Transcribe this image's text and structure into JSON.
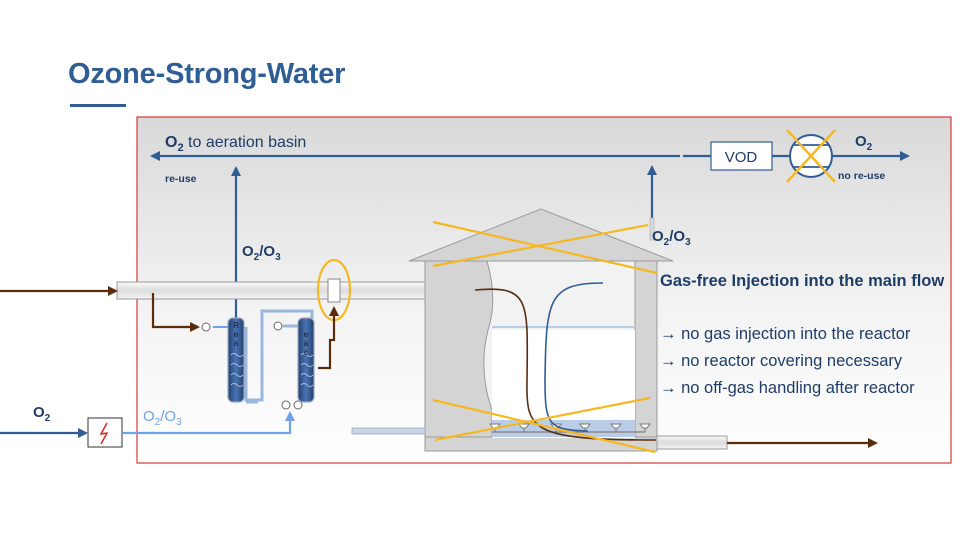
{
  "title": "Ozone-Strong-Water",
  "labels": {
    "o2_prefix": "O",
    "o2_sub": "2",
    "to_aeration": " to aeration basin",
    "reuse": "re-use",
    "no_reuse": "no re-use",
    "vod": "VOD",
    "o3_slash": "/O",
    "o3_sub": "3",
    "reactor_letters_1": [
      "R",
      "e",
      "a"
    ],
    "reactor_letters_2": [
      "e",
      "a",
      "c"
    ]
  },
  "info": {
    "heading": "Gas-free Injection into the main flow",
    "bullets": [
      "→ no gas injection into the reactor",
      "→ no reactor covering necessary",
      "→ no off-gas handling after reactor"
    ]
  },
  "colors": {
    "title": "#2f5d94",
    "o2_line": "#2f5d94",
    "o3_line": "#6fa3e6",
    "water_line": "#5a2d0c",
    "cross": "#f5b820",
    "frame": "#d23a3a"
  }
}
